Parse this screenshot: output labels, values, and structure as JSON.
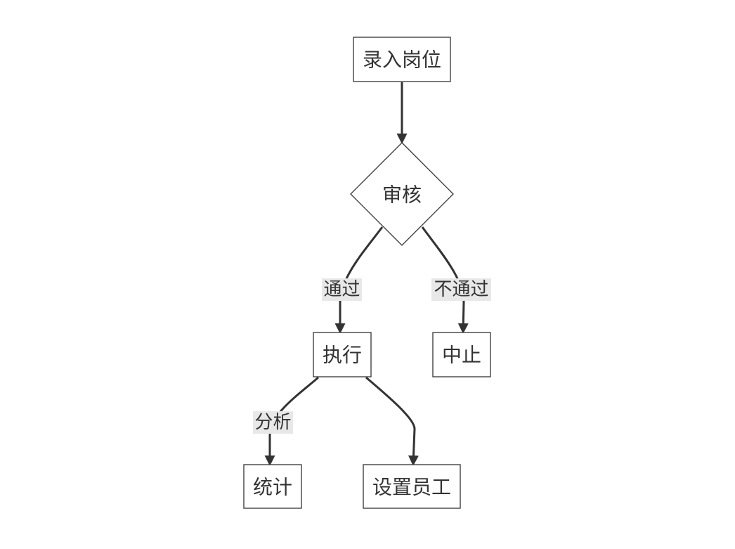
{
  "nodes": {
    "input_position": "录入岗位",
    "review": "审核",
    "execute": "执行",
    "terminate": "中止",
    "statistics": "统计",
    "set_staff": "设置员工"
  },
  "edges": {
    "pass": "通过",
    "fail": "不通过",
    "analyze": "分析"
  }
}
